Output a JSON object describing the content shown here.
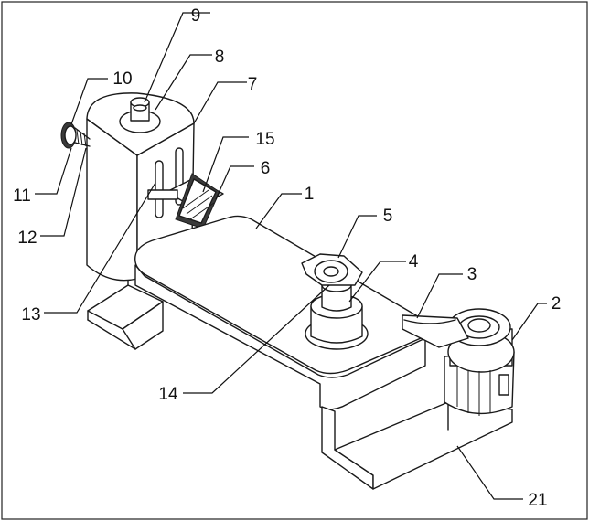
{
  "labels": {
    "l1": "1",
    "l2": "2",
    "l3": "3",
    "l4": "4",
    "l5": "5",
    "l6": "6",
    "l7": "7",
    "l8": "8",
    "l9": "9",
    "l10": "10",
    "l11": "11",
    "l12": "12",
    "l13": "13",
    "l14": "14",
    "l15": "15",
    "l21": "21"
  }
}
